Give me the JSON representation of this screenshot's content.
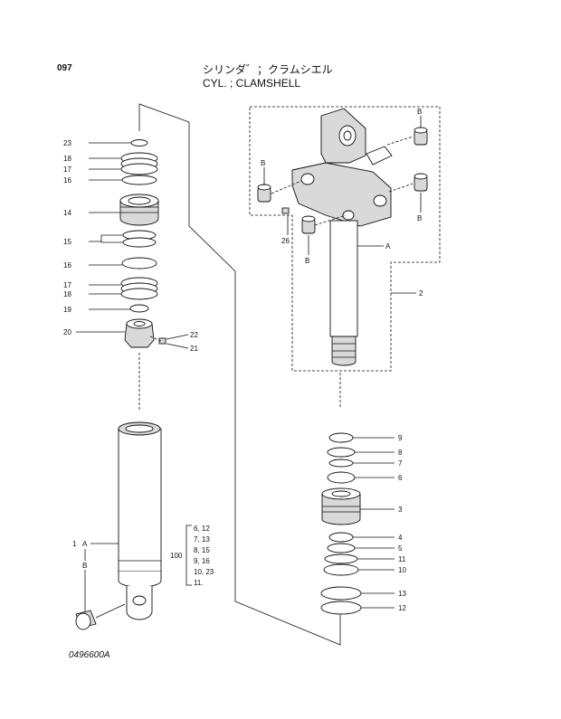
{
  "header": {
    "page_number": "097",
    "title_jp": "シリンダ゛；クラムシエル",
    "title_en": "CYL. ; CLAMSHELL"
  },
  "footer": {
    "drawing_number": "0496600A"
  },
  "left_labels": [
    "23",
    "18",
    "17",
    "16",
    "14",
    "15",
    "16",
    "17",
    "18",
    "19",
    "20",
    "22",
    "21",
    "1",
    "A",
    "B"
  ],
  "kit_label": "100",
  "kit_lines": [
    "6, 12",
    "7, 13",
    "8, 15",
    "9, 16",
    "10, 23",
    "11."
  ],
  "right_labels": [
    "B",
    "B",
    "B",
    "B",
    "B",
    "26",
    "A",
    "2",
    "9",
    "8",
    "7",
    "6",
    "3",
    "4",
    "5",
    "11",
    "10",
    "13",
    "12"
  ]
}
